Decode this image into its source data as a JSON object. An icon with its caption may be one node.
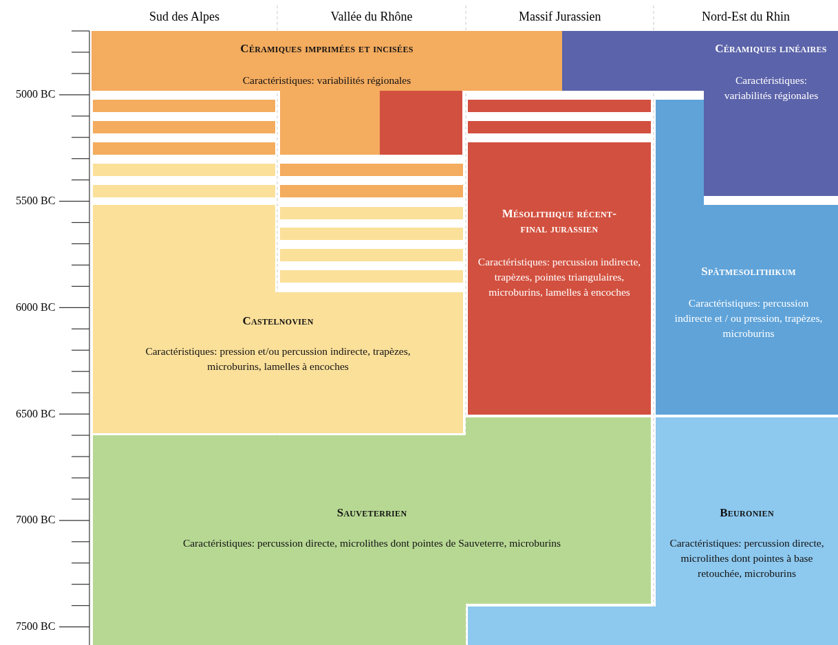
{
  "diagram": {
    "nodes": [
      {
        "text": [
          "Céramiques imprimées et incisées",
          "Caractéristiques: variabilités régionales"
        ]
      },
      {
        "text": [
          "Céramiques linéaires",
          "Caractéristiques: variabilités régionales"
        ]
      },
      {
        "text": [
          "Mésolithique récent-final jurassien",
          "Caractéristiques: percussion indirecte, trapèzes, pointes triangulaires, microburins, lamelles à encoches"
        ]
      },
      {
        "text": [
          "Spätmesolithikum",
          "Caractéristiques: percussion indirecte et / ou pression, trapèzes, microburins"
        ]
      },
      {
        "text": [
          "Castelnovien",
          "Caractéristiques: pression et/ou percussion indirecte, trapèzes, microburins, lamelles à encoches"
        ]
      },
      {
        "text": [
          "Sauveterrien",
          "Caractéristiques: percussion directe, microlithes dont pointes de Sauveterre, microburins"
        ]
      },
      {
        "text": [
          "Beuronien",
          "Caractéristiques: percussion directe, microlithes dont pointes à base retouchée, microburins"
        ]
      },
      {
        "text": [],
        "shape": "box"
      }
    ],
    "edges": [],
    "labels": [
      "Sud des Alpes",
      "Vallée du Rhône",
      "Massif Jurassien",
      "Nord-Est du Rhin",
      "5000 BC",
      "5500 BC",
      "6000 BC",
      "6500 BC",
      "7000 BC",
      "7500 BC"
    ]
  }
}
